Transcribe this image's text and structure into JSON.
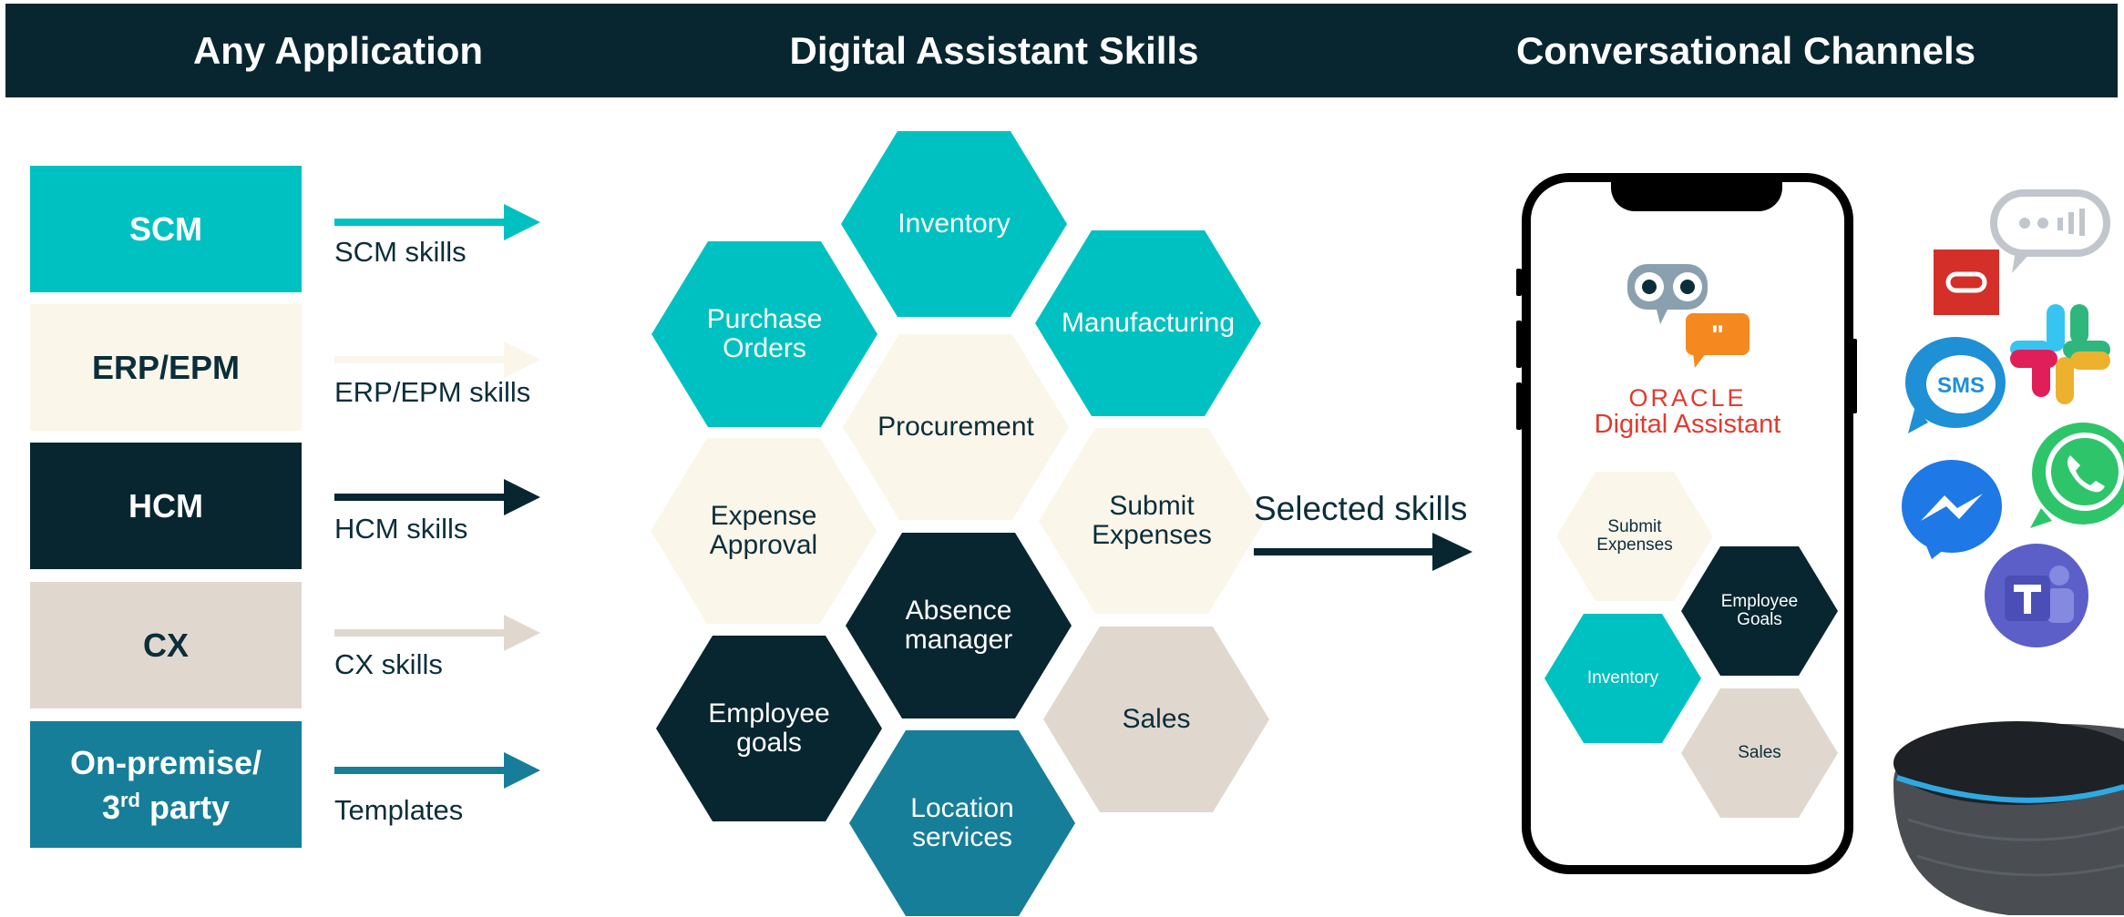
{
  "header": {
    "col1": "Any Application",
    "col2": "Digital Assistant Skills",
    "col3": "Conversational Channels"
  },
  "applications": [
    {
      "label": "SCM",
      "skills_label": "SCM skills",
      "color": "#00c1c1",
      "text_color": "#ffffff"
    },
    {
      "label": "ERP/EPM",
      "skills_label": "ERP/EPM skills",
      "color": "#fbf6ea",
      "text_color": "#0b2e3a"
    },
    {
      "label": "HCM",
      "skills_label": "HCM skills",
      "color": "#082630",
      "text_color": "#ffffff"
    },
    {
      "label": "CX",
      "skills_label": "CX skills",
      "color": "#e0d8cf",
      "text_color": "#0b2e3a"
    },
    {
      "label_line1": "On-premise/",
      "label_line2_base": "3",
      "label_line2_sup": "rd",
      "label_line2_rest": " party",
      "skills_label": "Templates",
      "color": "#167e99",
      "text_color": "#ffffff"
    }
  ],
  "skills": [
    {
      "line1": "Inventory",
      "line2": ""
    },
    {
      "line1": "Purchase",
      "line2": "Orders"
    },
    {
      "line1": "Manufacturing",
      "line2": ""
    },
    {
      "line1": "Procurement",
      "line2": ""
    },
    {
      "line1": "Expense",
      "line2": "Approval"
    },
    {
      "line1": "Submit",
      "line2": "Expenses"
    },
    {
      "line1": "Absence",
      "line2": "manager"
    },
    {
      "line1": "Employee",
      "line2": "goals"
    },
    {
      "line1": "Sales",
      "line2": ""
    },
    {
      "line1": "Location",
      "line2": "services"
    }
  ],
  "selected": {
    "label": "Selected skills"
  },
  "phone": {
    "logo_word": "ORACLE",
    "logo_sub": "Digital Assistant",
    "skills": [
      {
        "line1": "Submit",
        "line2": "Expenses"
      },
      {
        "line1": "Employee",
        "line2": "Goals"
      },
      {
        "line1": "Inventory",
        "line2": ""
      },
      {
        "line1": "Sales",
        "line2": ""
      }
    ]
  },
  "channels": {
    "sms": "SMS",
    "icons": [
      "speech-bubble-icon",
      "oracle-icon",
      "slack-icon",
      "sms-icon",
      "whatsapp-icon",
      "messenger-icon",
      "teams-icon",
      "smart-speaker-icon"
    ]
  },
  "colors": {
    "header_bg": "#082630",
    "teal": "#00c1c1",
    "cream": "#fbf6ea",
    "navy": "#082630",
    "taupe": "#e0d8cf",
    "blue": "#167e99",
    "oracle_red": "#e03a2f"
  }
}
